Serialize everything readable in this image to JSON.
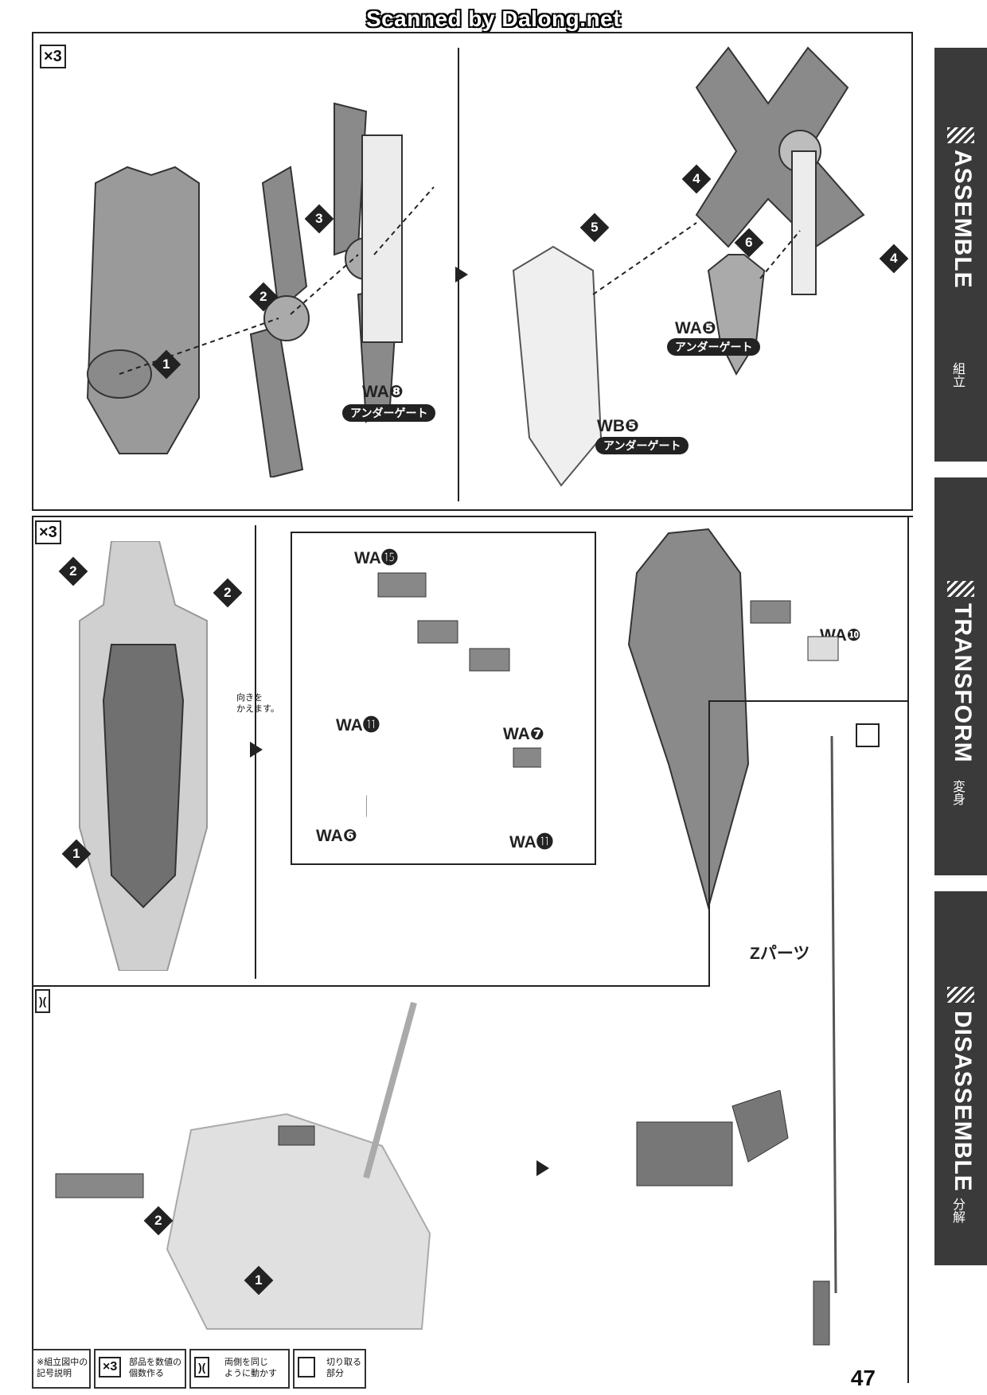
{
  "watermark": "Scanned by Dalong.net",
  "sidebar": {
    "sections": [
      {
        "label": "ASSEMBLE",
        "sub": "組立"
      },
      {
        "label": "TRANSFORM",
        "sub": "変身"
      },
      {
        "label": "DISASSEMBLE",
        "sub": "分解"
      }
    ]
  },
  "panel1": {
    "qty_badge": "×3",
    "left": {
      "part_label": "WA❽",
      "gate": "アンダーゲート",
      "steps": [
        "1",
        "2",
        "3"
      ]
    },
    "right": {
      "part_label_a": "WA❺",
      "gate_a": "アンダーゲート",
      "part_label_b": "WB❺",
      "gate_b": "アンダーゲート",
      "steps": [
        "4",
        "5",
        "6",
        "4"
      ]
    }
  },
  "panel2": {
    "qty_badge": "×3",
    "steps": [
      "2",
      "2",
      "1"
    ],
    "turn_note": "向きを\nかえます。",
    "detail_labels": [
      "WA⓯",
      "WA⓫",
      "WA❻",
      "WA❼",
      "WA⓫"
    ],
    "side_label": "WA❿",
    "z_parts": "Zパーツ"
  },
  "panel3": {
    "steps": [
      "2",
      "1"
    ]
  },
  "footer": {
    "legend_title": "※組立図中の\n記号説明",
    "items": [
      {
        "icon": "×3",
        "text": "部品を数値の\n個数作る"
      },
      {
        "icon": "pair-icon",
        "text": "両側を同じ\nように動かす"
      },
      {
        "icon": "cut-icon",
        "text": "切り取る\n部分"
      }
    ],
    "page_number": "47"
  }
}
